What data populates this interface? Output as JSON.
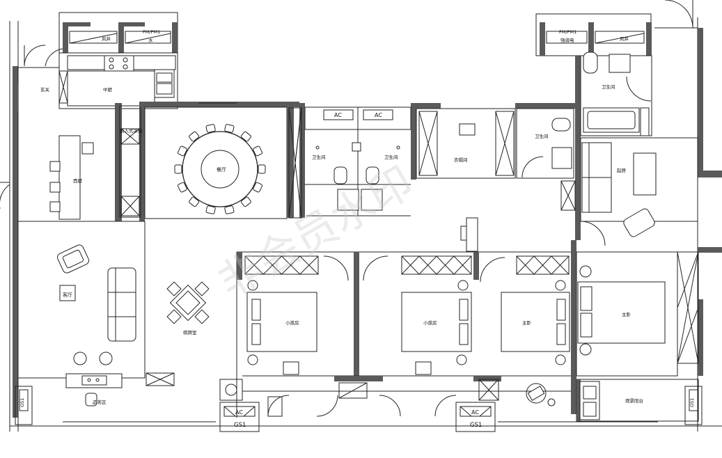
{
  "rooms": {
    "foyer": "玄关",
    "kitchen": "中厨",
    "western_kitchen": "西厨",
    "dining": "餐厅",
    "living": "客厅",
    "chess_room": "棋牌室",
    "tea_area": "品茗区",
    "wardrobe": "衣帽间",
    "bath_left": "卫生间",
    "bath_mid": "卫生间",
    "bath_small": "卫生间",
    "bath_master": "卫生间",
    "bedroom_a": "小孩房",
    "bedroom_b": "小孩房",
    "bedroom_c": "主卧",
    "master_bedroom": "主卧",
    "study": "起居",
    "balcony": "观景阳台",
    "fridge": "嵌入式冰箱"
  },
  "shafts": {
    "vent_left": "风井",
    "fm_left": "FM/PM1",
    "water_left": "水",
    "fm_right": "FM/PM1",
    "elec_right": "强弱电",
    "vent_right": "风井"
  },
  "ac_labels": [
    "AC",
    "AC",
    "AC",
    "AC"
  ],
  "gs_labels": [
    "GS1",
    "GS1"
  ],
  "side_tags": [
    "GS1",
    "GS1"
  ],
  "watermark": "非会员水印",
  "colors": {
    "wall": "#5a5a5a",
    "line": "#222222",
    "watermark": "#c8c8c8"
  }
}
